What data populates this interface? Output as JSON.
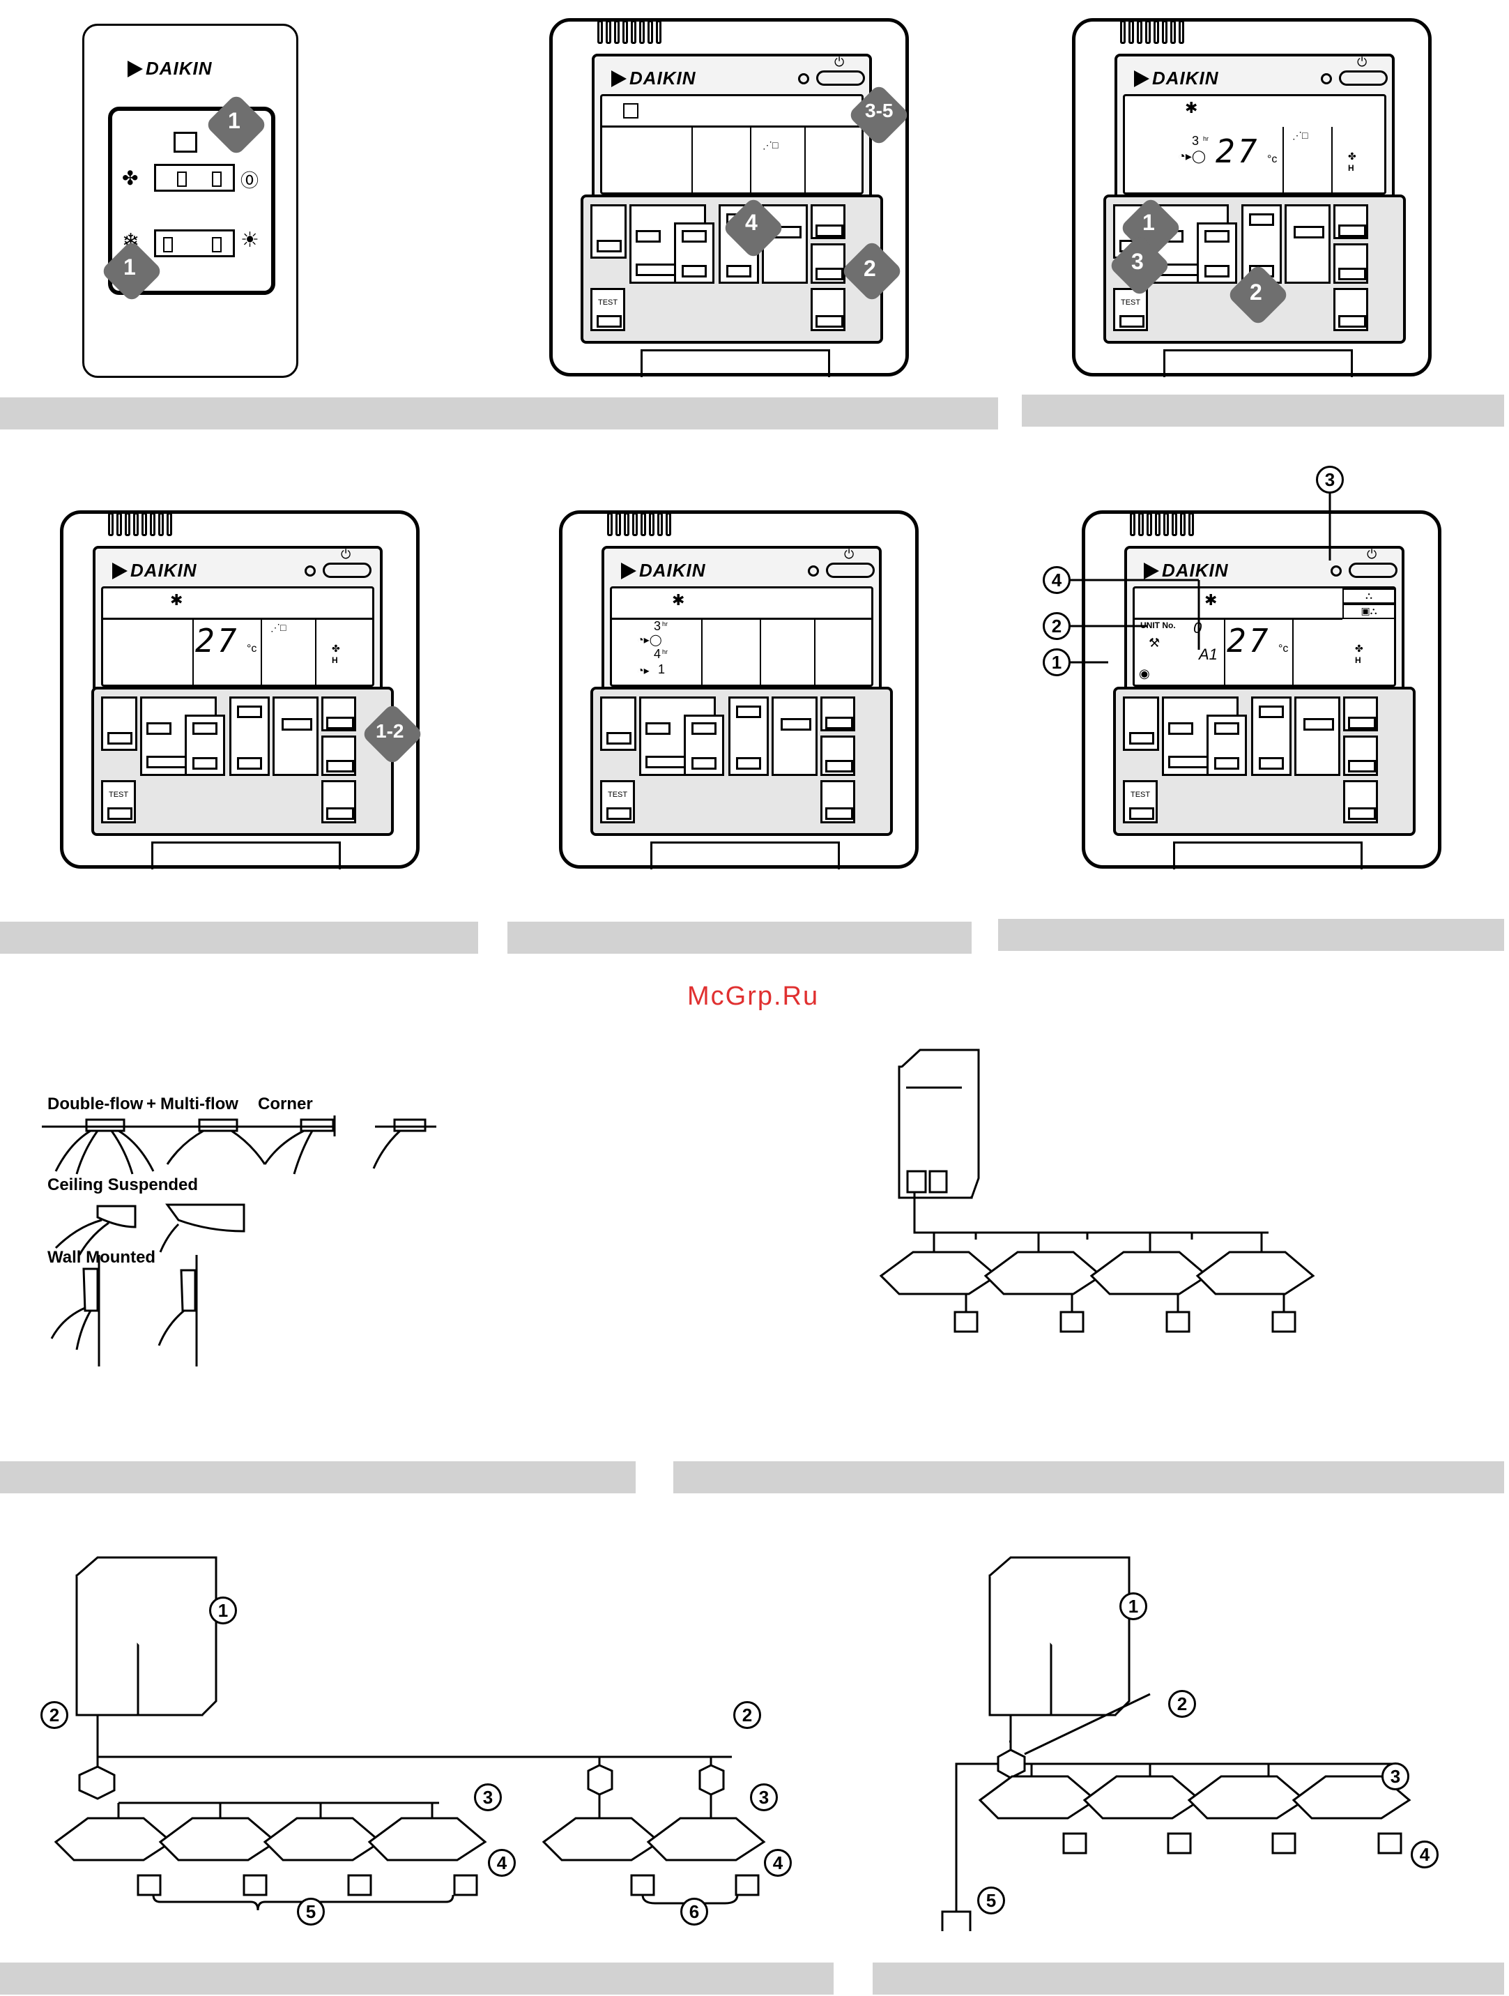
{
  "brand": "DAIKIN",
  "watermark": "McGrp.Ru",
  "step_badges": {
    "panel1_a": "1",
    "panel1_b": "1",
    "panel2_a": "3-5",
    "panel2_b": "4",
    "panel2_c": "2",
    "panel3_a": "1",
    "panel3_b": "3",
    "panel3_c": "2",
    "panel4_a": "1-2"
  },
  "display": {
    "temp": "27",
    "unit_c": "°c",
    "fan_speed": "H",
    "timer_on": "3",
    "timer_off": "4",
    "timer_off2": "1",
    "hr": "hr",
    "unit_no_label": "UNIT No.",
    "unit_no_value": "0",
    "error_code": "A1",
    "test_label": "TEST"
  },
  "callouts": {
    "panel6": [
      "3",
      "4",
      "2",
      "1"
    ],
    "system_a": [
      "1",
      "2",
      "2",
      "3",
      "3",
      "4",
      "4",
      "5",
      "6"
    ],
    "system_b": [
      "1",
      "2",
      "3",
      "4",
      "5"
    ]
  },
  "airflow": {
    "double_flow": "Double-flow",
    "plus": "+",
    "multi_flow": "Multi-flow",
    "corner": "Corner",
    "ceiling_suspended": "Ceiling Suspended",
    "wall_mounted": "Wall Mounted"
  }
}
